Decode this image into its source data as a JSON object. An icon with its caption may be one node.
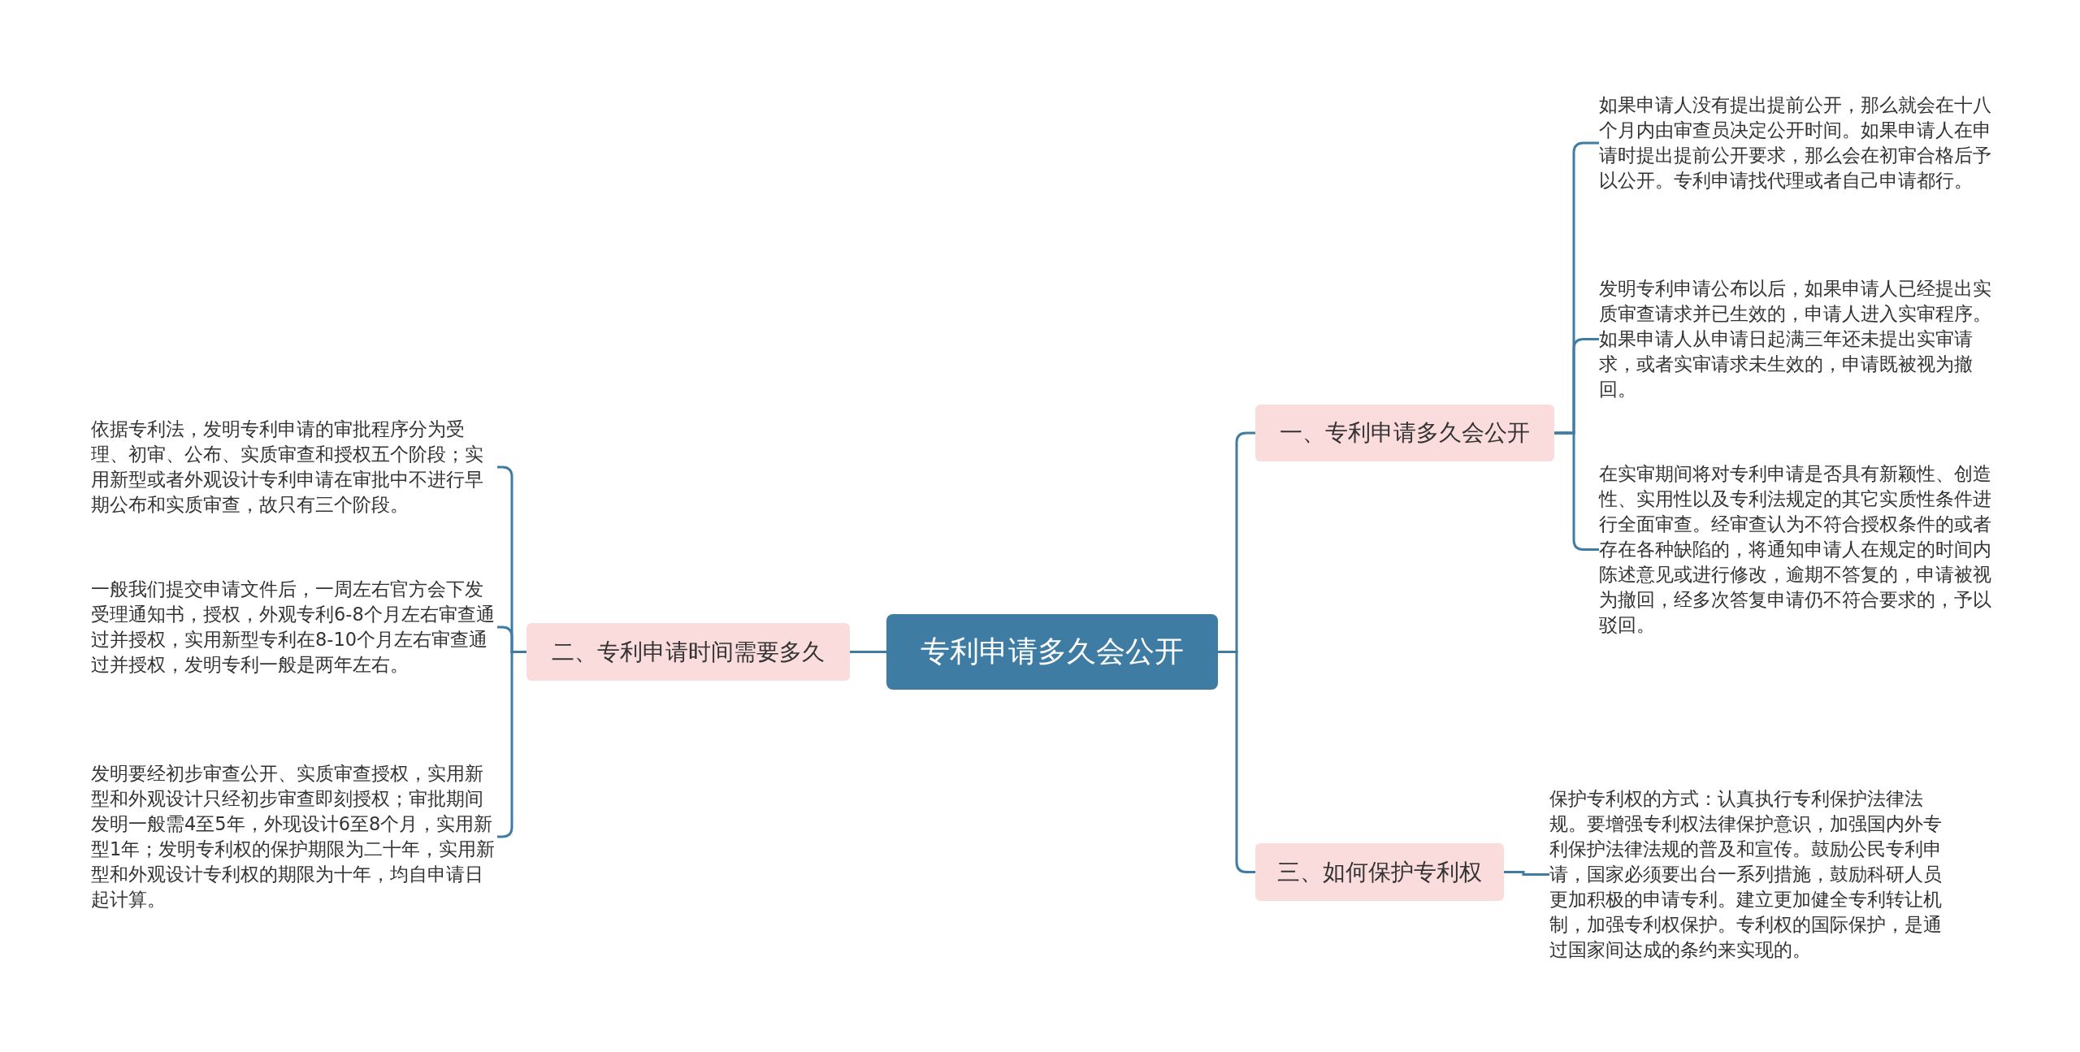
{
  "diagram": {
    "nodes": [
      {
        "text": [
          "专利申请多久会公开"
        ]
      },
      {
        "text": [
          "一、专利申请多久会公开"
        ]
      },
      {
        "text": [
          "如果申请人没有提出提前公开，那么就会在十八个月内由审查员决定公开时间。如果申请人在申请时提出提前公开要求，那么会在初审合格后予以公开。专利申请找代理或者自己申请都行。"
        ]
      },
      {
        "text": [
          "发明专利申请公布以后，如果申请人已经提出实质审查请求并已生效的，申请人进入实审程序。如果申请人从申请日起满三年还未提出实审请求，或者实审请求未生效的，申请既被视为撤回。"
        ]
      },
      {
        "text": [
          "在实审期间将对专利申请是否具有新颖性、创造性、实用性以及专利法规定的其它实质性条件进行全面审查。经审查认为不符合授权条件的或者存在各种缺陷的，将通知申请人在规定的时间内陈述意见或进行修改，逾期不答复的，申请被视为撤回，经多次答复申请仍不符合要求的，予以驳回。"
        ]
      },
      {
        "text": [
          "二、专利申请时间需要多久"
        ]
      },
      {
        "text": [
          "依据专利法，发明专利申请的审批程序分为受理、初审、公布、实质审查和授权五个阶段；实用新型或者外观设计专利申请在审批中不进行早期公布和实质审查，故只有三个阶段。"
        ]
      },
      {
        "text": [
          "一般我们提交申请文件后，一周左右官方会下发受理通知书，授权，外观专利6-8个月左右审查通过并授权，实用新型专利在8-10个月左右审查通过并授权，发明专利一般是两年左右。"
        ]
      },
      {
        "text": [
          "发明要经初步审查公开、实质审查授权，实用新型和外观设计只经初步审查即刻授权；审批期间发明一般需4至5年，外现设计6至8个月，实用新型1年；发明专利权的保护期限为二十年，实用新型和外观设计专利权的期限为十年，均自申请日起计算。"
        ]
      },
      {
        "text": [
          "三、如何保护专利权"
        ]
      },
      {
        "text": [
          "保护专利权的方式：认真执行专利保护法律法规。要增强专利权法律保护意识，加强国内外专利保护法律法规的普及和宣传。鼓励公民专利申请，国家必须要出台一系列措施，鼓励科研人员更加积极的申请专利。建立更加健全专利转让机制，加强专利权保护。专利权的国际保护，是通过国家间达成的条约来实现的。"
        ]
      }
    ],
    "edges": [
      {
        "from": 0,
        "to": 1,
        "arrow": "none"
      },
      {
        "from": 1,
        "to": 2,
        "arrow": "none"
      },
      {
        "from": 1,
        "to": 3,
        "arrow": "none"
      },
      {
        "from": 1,
        "to": 4,
        "arrow": "none"
      },
      {
        "from": 0,
        "to": 5,
        "arrow": "none"
      },
      {
        "from": 5,
        "to": 6,
        "arrow": "none"
      },
      {
        "from": 5,
        "to": 7,
        "arrow": "none"
      },
      {
        "from": 5,
        "to": 8,
        "arrow": "none"
      },
      {
        "from": 0,
        "to": 9,
        "arrow": "none"
      },
      {
        "from": 9,
        "to": 10,
        "arrow": "none"
      }
    ]
  }
}
